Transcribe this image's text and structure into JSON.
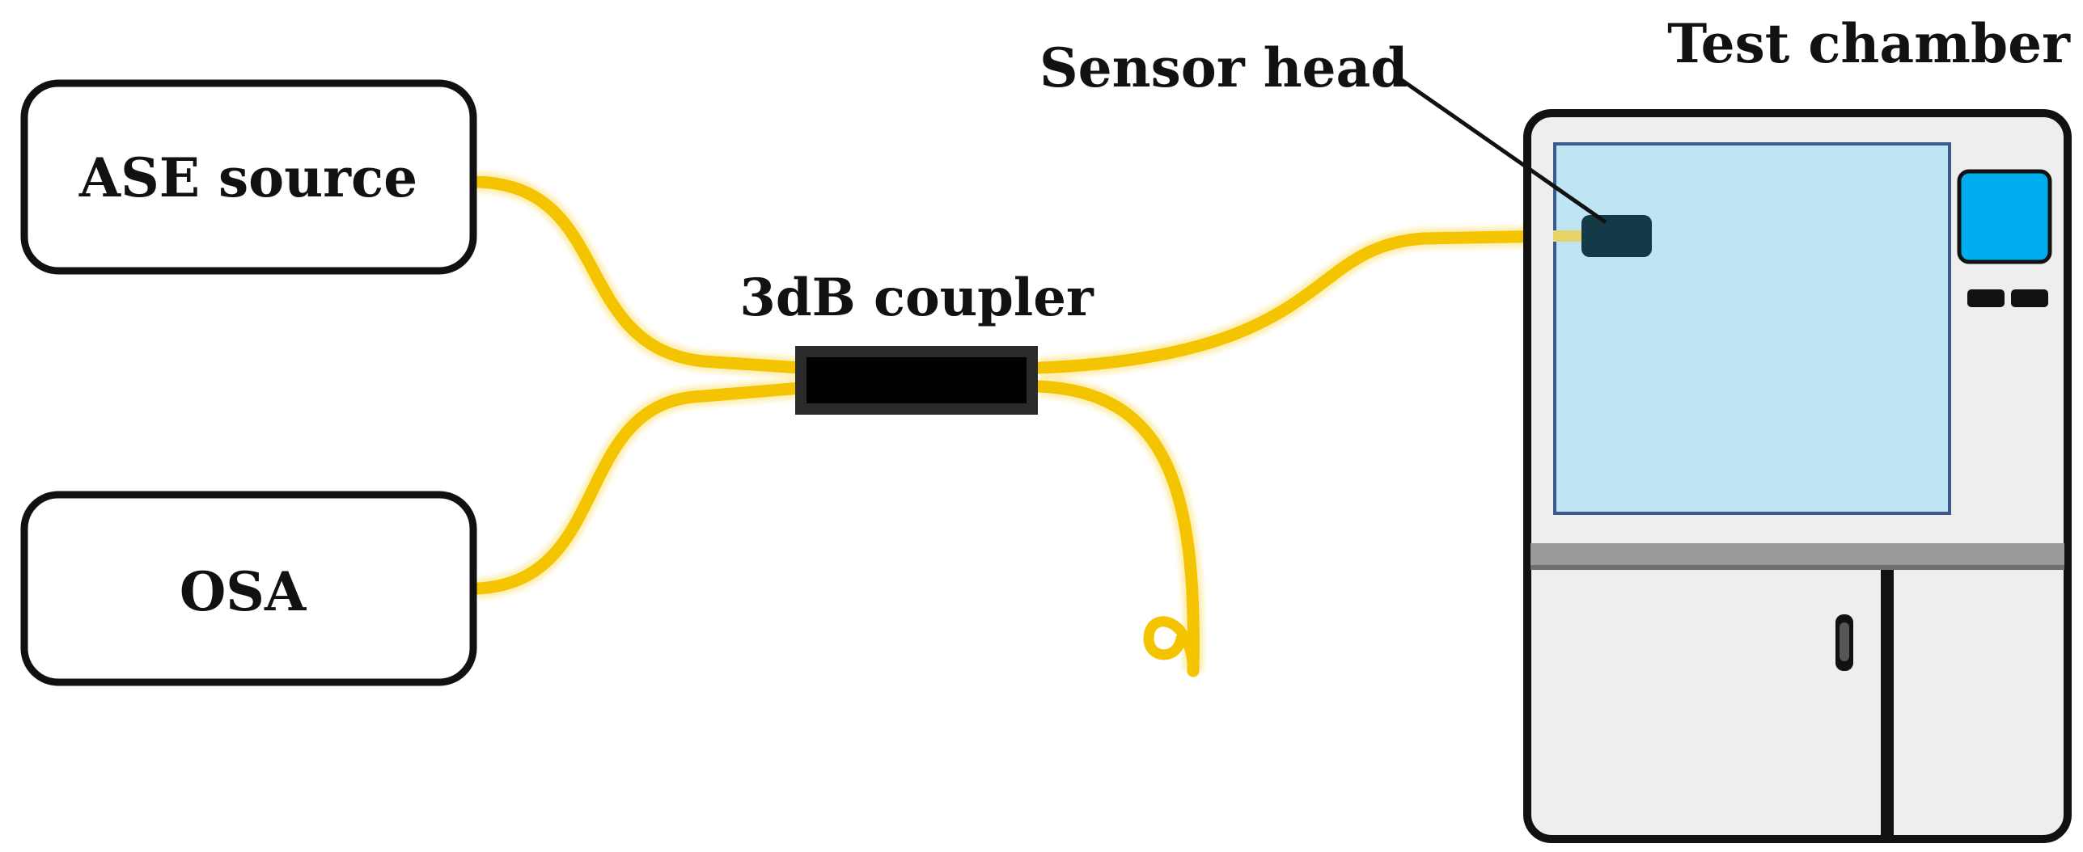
{
  "labels": {
    "ase_source": "ASE source",
    "osa": "OSA",
    "coupler": "3dB coupler",
    "sensor_head": "Sensor head",
    "test_chamber": "Test chamber"
  },
  "colors": {
    "fiber": "#f5c400",
    "fiber_glow": "#fbe27a",
    "outline": "#111111",
    "chamber_body": "#eeeeee",
    "chamber_window": "#bfe4f3",
    "chamber_window_border": "#3a5a8c",
    "sensor_head": "#143a47",
    "display_screen": "#00aeef",
    "shelf_bar": "#9a9a9a"
  }
}
